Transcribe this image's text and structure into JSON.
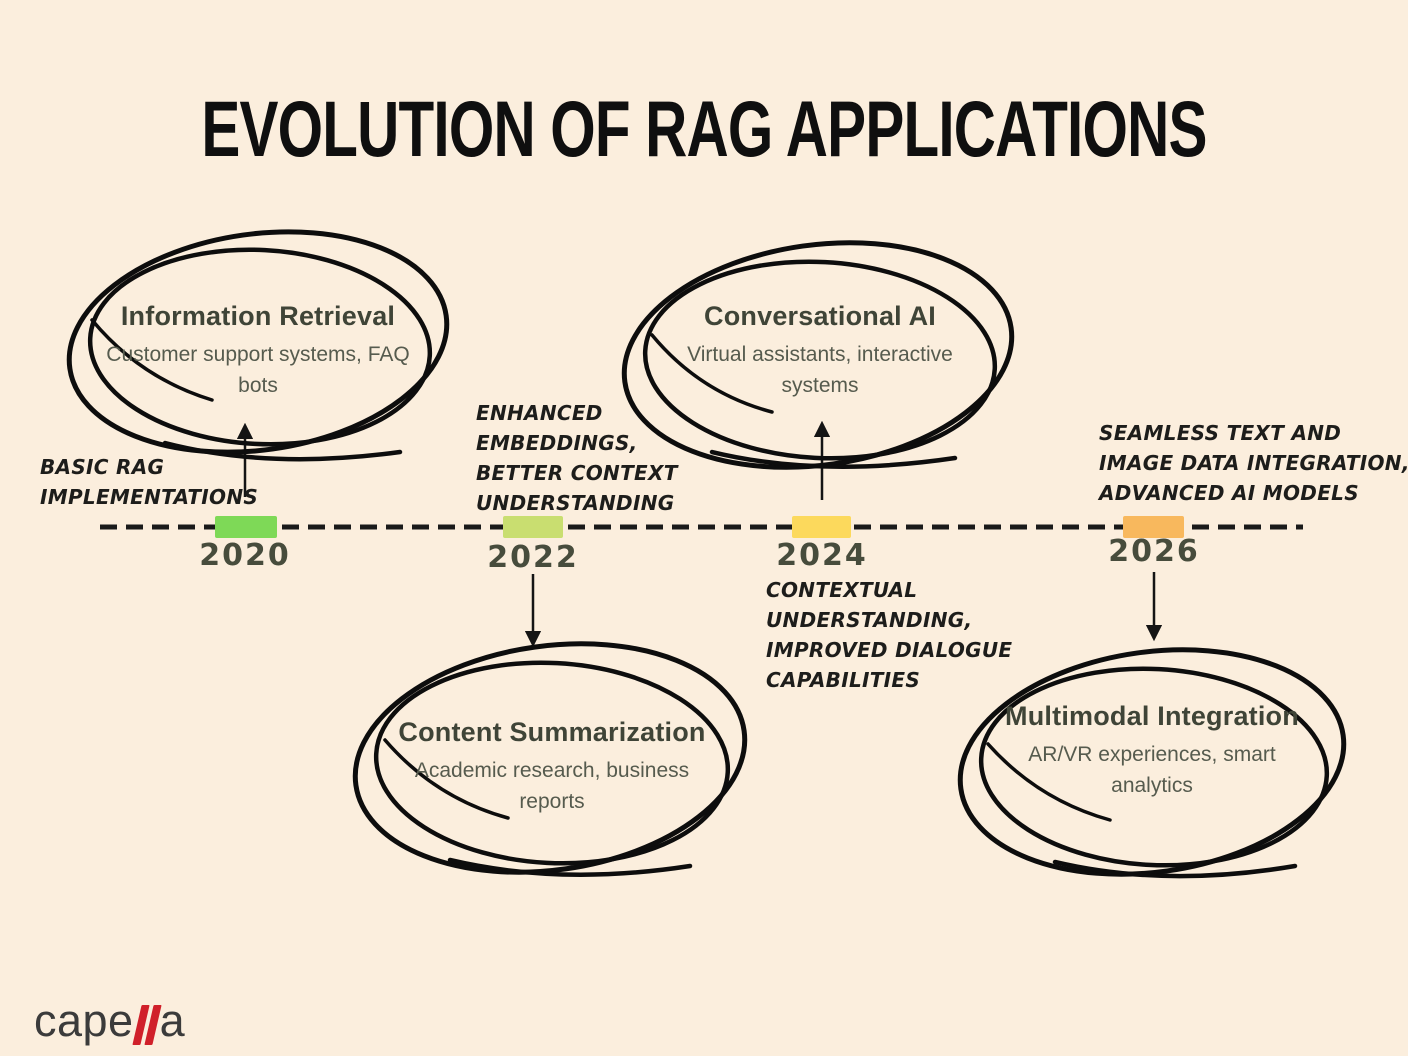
{
  "title": "EVOLUTION OF RAG APPLICATIONS",
  "timeline": {
    "milestones": [
      {
        "year": "2020",
        "marker_color": "#7ed957",
        "note_lines": [
          "BASIC RAG",
          "IMPLEMENTATIONS"
        ],
        "card": {
          "title": "Information Retrieval",
          "description": "Customer support systems, FAQ bots"
        }
      },
      {
        "year": "2022",
        "marker_color": "#c9de70",
        "note_lines": [
          "ENHANCED",
          "EMBEDDINGS,",
          "BETTER CONTEXT",
          "UNDERSTANDING"
        ],
        "card": {
          "title": "Content Summarization",
          "description": "Academic research, business reports"
        }
      },
      {
        "year": "2024",
        "marker_color": "#fcd95c",
        "note_lines": [
          "CONTEXTUAL",
          "UNDERSTANDING,",
          "IMPROVED DIALOGUE",
          "CAPABILITIES"
        ],
        "card": {
          "title": "Conversational AI",
          "description": "Virtual assistants, interactive systems"
        }
      },
      {
        "year": "2026",
        "marker_color": "#f8b85d",
        "note_lines": [
          "SEAMLESS TEXT AND",
          "IMAGE DATA INTEGRATION,",
          "ADVANCED AI MODELS"
        ],
        "card": {
          "title": "Multimodal Integration",
          "description": "AR/VR experiences, smart analytics"
        }
      }
    ]
  },
  "colors": {
    "background": "#fbeedd",
    "ink": "#111111",
    "year_text": "#474c3c",
    "card_title": "#3f4437",
    "card_description": "#565b4e"
  },
  "brand": {
    "logo_prefix": "cape",
    "logo_suffix": "a",
    "logo_accent_color": "#d0202a"
  }
}
